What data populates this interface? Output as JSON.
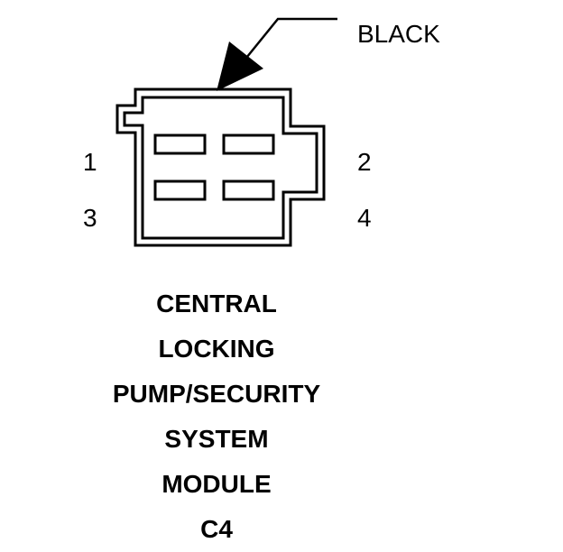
{
  "wire": {
    "color_label": "BLACK"
  },
  "pins": {
    "p1": "1",
    "p2": "2",
    "p3": "3",
    "p4": "4"
  },
  "title": {
    "lines": [
      "CENTRAL",
      "LOCKING",
      "PUMP/SECURITY",
      "SYSTEM",
      "MODULE",
      "C4"
    ]
  },
  "colors": {
    "stroke": "#000000",
    "background": "#ffffff"
  }
}
